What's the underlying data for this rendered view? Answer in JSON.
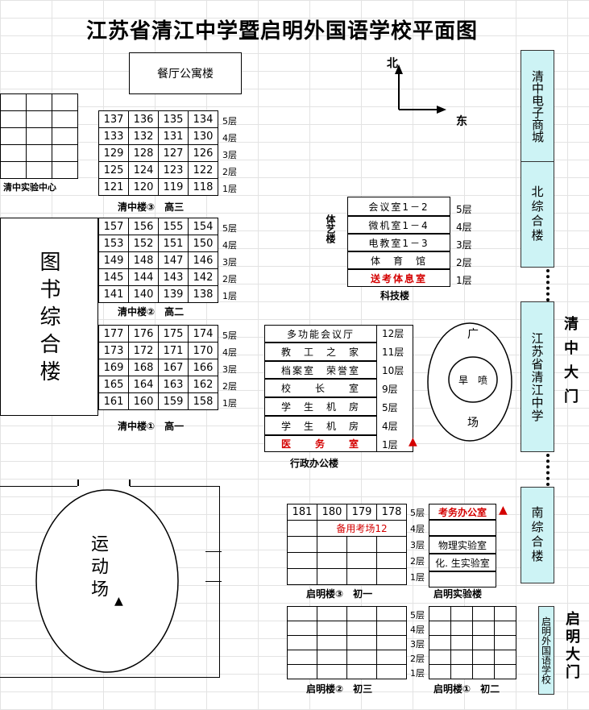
{
  "title": "江苏省清江中学暨启明外国语学校平面图",
  "compass": {
    "north": "北",
    "east": "东"
  },
  "canteen": "餐厅公寓楼",
  "lab_center": "清中实验中心",
  "library": "图书综合楼",
  "qz3": {
    "caption": "清中楼③　高三",
    "rows": [
      [
        "137",
        "136",
        "135",
        "134"
      ],
      [
        "133",
        "132",
        "131",
        "130"
      ],
      [
        "129",
        "128",
        "127",
        "126"
      ],
      [
        "125",
        "124",
        "123",
        "122"
      ],
      [
        "121",
        "120",
        "119",
        "118"
      ]
    ],
    "floors": [
      "5层",
      "4层",
      "3层",
      "2层",
      "1层"
    ]
  },
  "qz2": {
    "caption": "清中楼②　高二",
    "rows": [
      [
        "157",
        "156",
        "155",
        "154"
      ],
      [
        "153",
        "152",
        "151",
        "150"
      ],
      [
        "149",
        "148",
        "147",
        "146"
      ],
      [
        "145",
        "144",
        "143",
        "142"
      ],
      [
        "141",
        "140",
        "139",
        "138"
      ]
    ],
    "floors": [
      "5层",
      "4层",
      "3层",
      "2层",
      "1层"
    ]
  },
  "qz1": {
    "caption": "清中楼①　高一",
    "rows": [
      [
        "177",
        "176",
        "175",
        "174"
      ],
      [
        "173",
        "172",
        "171",
        "170"
      ],
      [
        "169",
        "168",
        "167",
        "166"
      ],
      [
        "165",
        "164",
        "163",
        "162"
      ],
      [
        "161",
        "160",
        "159",
        "158"
      ]
    ],
    "floors": [
      "5层",
      "4层",
      "3层",
      "2层",
      "1层"
    ]
  },
  "tiyi": "体艺楼",
  "keji": {
    "caption": "科技楼",
    "rooms": [
      "会议室1－2",
      "微机室1－4",
      "电教室1－3",
      "体　育　馆",
      "送考体息室"
    ],
    "floors": [
      "5层",
      "4层",
      "3层",
      "2层",
      "1层"
    ]
  },
  "admin": {
    "caption": "行政办公楼",
    "rooms": [
      "多功能会议厅",
      "教　工　之　家",
      "档案室　荣誉室",
      "校　　长　　室",
      "学　生　机　房",
      "学　生　机　房",
      "医　　务　　室"
    ],
    "floors": [
      "12层",
      "11层",
      "10层",
      "9层",
      "5层",
      "4层",
      "1层"
    ]
  },
  "plaza": {
    "top": "广",
    "bottom": "场",
    "fountain": "旱　喷"
  },
  "sports": "运动场",
  "triangle": "▲",
  "qm3": {
    "caption": "启明楼③　初一",
    "rooms": [
      "181",
      "180",
      "179",
      "178"
    ],
    "backup": "备用考场12",
    "floors": [
      "5层",
      "4层",
      "3层",
      "2层",
      "1层"
    ]
  },
  "qmlab": {
    "caption": "启明实验楼",
    "rooms": [
      "考务办公室",
      "",
      "物理实验室",
      "化. 生实验室",
      ""
    ]
  },
  "qm2": {
    "caption": "启明楼②　初三",
    "floors": [
      "5层",
      "4层",
      "3层",
      "2层",
      "1层"
    ]
  },
  "qm1": {
    "caption": "启明楼①　初二"
  },
  "right": {
    "mall": "清中电子商城",
    "north": "北综合楼",
    "school": "江苏省清江中学",
    "south": "南综合楼",
    "qm_school": "启明外国语学校",
    "gate1": "清中大门",
    "gate2": "启明大门"
  }
}
